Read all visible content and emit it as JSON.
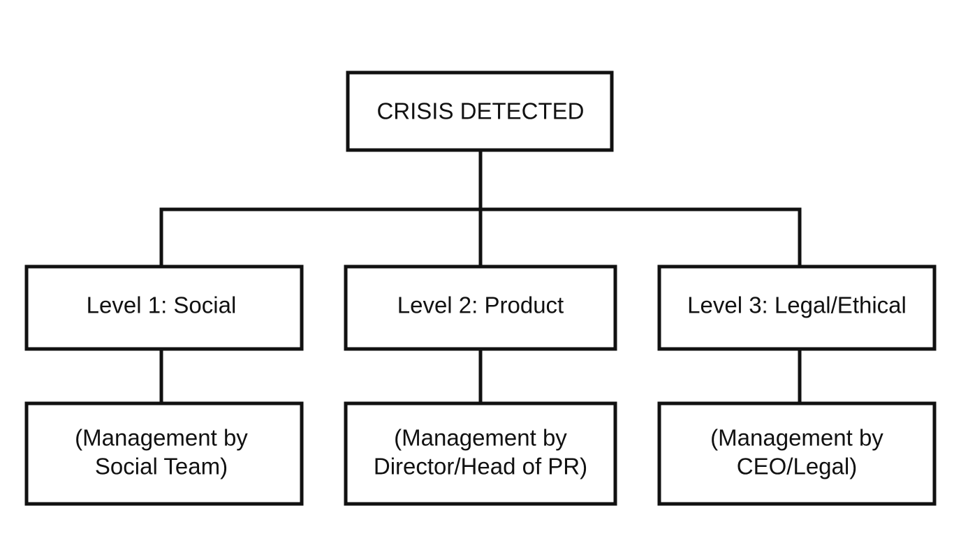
{
  "root": {
    "label": "CRISIS DETECTED"
  },
  "levels": [
    {
      "label": "Level 1: Social",
      "management_lines": [
        "(Management by",
        "Social Team)"
      ]
    },
    {
      "label": "Level 2: Product",
      "management_lines": [
        "(Management by",
        "Director/Head of PR)"
      ]
    },
    {
      "label": "Level 3: Legal/Ethical",
      "management_lines": [
        "(Management by",
        "CEO/Legal)"
      ]
    }
  ],
  "colors": {
    "stroke": "#111111",
    "background": "#ffffff",
    "text": "#111111"
  }
}
